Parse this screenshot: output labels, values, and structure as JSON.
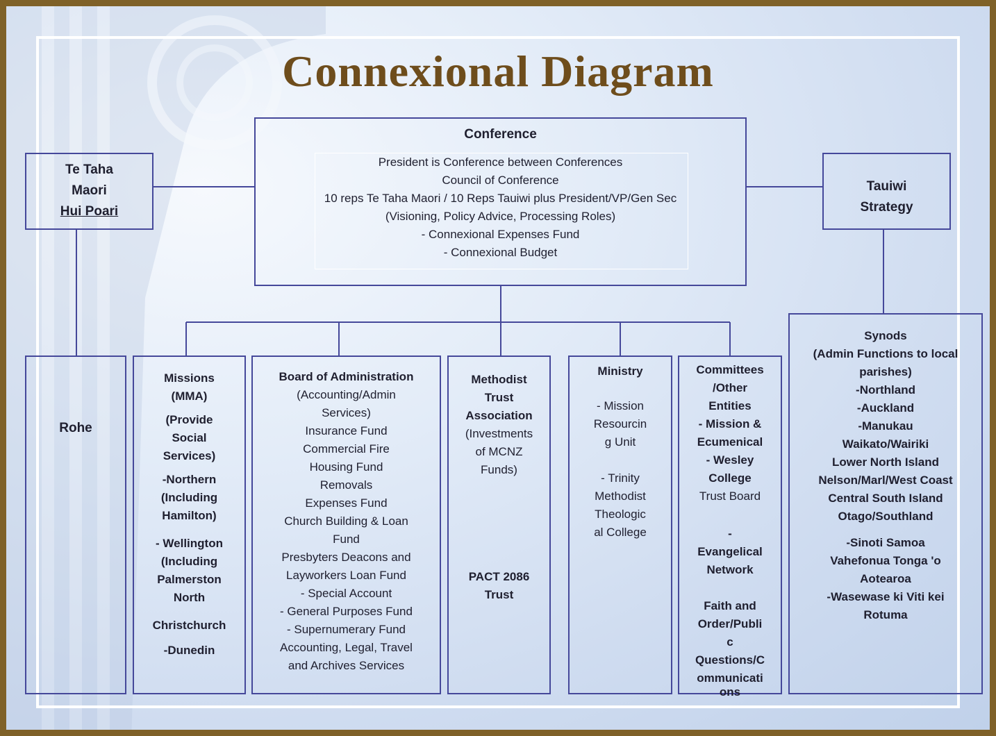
{
  "title": "Connexional Diagram",
  "conference": {
    "heading": "Conference",
    "lines": [
      "President is Conference between Conferences",
      "Council of Conference",
      "10 reps Te Taha Maori / 10 Reps Tauiwi plus President/VP/Gen Sec",
      "(Visioning, Policy Advice, Processing Roles)",
      "- Connexional Expenses Fund",
      "- Connexional Budget"
    ]
  },
  "te_taha_maori": {
    "line1": "Te Taha",
    "line2": "Maori",
    "line3": "Hui Poari"
  },
  "tauiwi": {
    "line1": "Tauiwi",
    "line2": "Strategy"
  },
  "rohe": {
    "label": "Rohe"
  },
  "missions": {
    "lines": [
      "Missions",
      "(MMA)",
      "",
      "(Provide",
      "Social",
      "Services)",
      "-Northern",
      "(Including",
      "Hamilton)",
      "",
      "- Wellington",
      "(Including",
      "Palmerston",
      "North",
      "",
      "Christchurch",
      "",
      "-Dunedin"
    ]
  },
  "board": {
    "heading": "Board of Administration",
    "lines": [
      "(Accounting/Admin",
      "Services)",
      "Insurance Fund",
      "Commercial Fire",
      "Housing Fund",
      "Removals",
      "Expenses Fund",
      "Church Building & Loan",
      "Fund",
      "Presbyters Deacons and",
      "Layworkers Loan Fund",
      "- Special Account",
      "- General Purposes Fund",
      "- Supernumerary Fund",
      "Accounting, Legal, Travel",
      "and Archives Services"
    ]
  },
  "trust": {
    "heading_lines": [
      "Methodist",
      "Trust",
      "Association"
    ],
    "lines": [
      "(Investments",
      "of MCNZ",
      "Funds)"
    ],
    "pact_lines": [
      "PACT 2086",
      "Trust"
    ]
  },
  "ministry": {
    "heading": "Ministry",
    "lines": [
      "- Mission",
      "Resourcin",
      "g Unit",
      "",
      "- Trinity",
      "Methodist",
      "Theologic",
      "al College"
    ]
  },
  "committees": {
    "lines_bold": [
      "Committees",
      "/Other",
      "Entities",
      "- Mission &",
      "Ecumenical",
      "- Wesley",
      "College"
    ],
    "lines_normal": [
      "Trust Board"
    ],
    "lines_tail": [
      "",
      "-",
      "Evangelical",
      "Network",
      "",
      "Faith and",
      "Order/Publi",
      "c",
      "Questions/C",
      "ommunicati",
      "ons"
    ]
  },
  "synods": {
    "lines": [
      "Synods",
      "(Admin Functions to local",
      "parishes)",
      "-Northland",
      "-Auckland",
      "-Manukau",
      "Waikato/Wairiki",
      "Lower North Island",
      "Nelson/Marl/West Coast",
      "Central South Island",
      "Otago/Southland"
    ],
    "lines2": [
      "-Sinoti Samoa",
      "Vahefonua Tonga 'o",
      "Aotearoa",
      "-Wasewase ki Viti kei",
      "Rotuma"
    ]
  }
}
